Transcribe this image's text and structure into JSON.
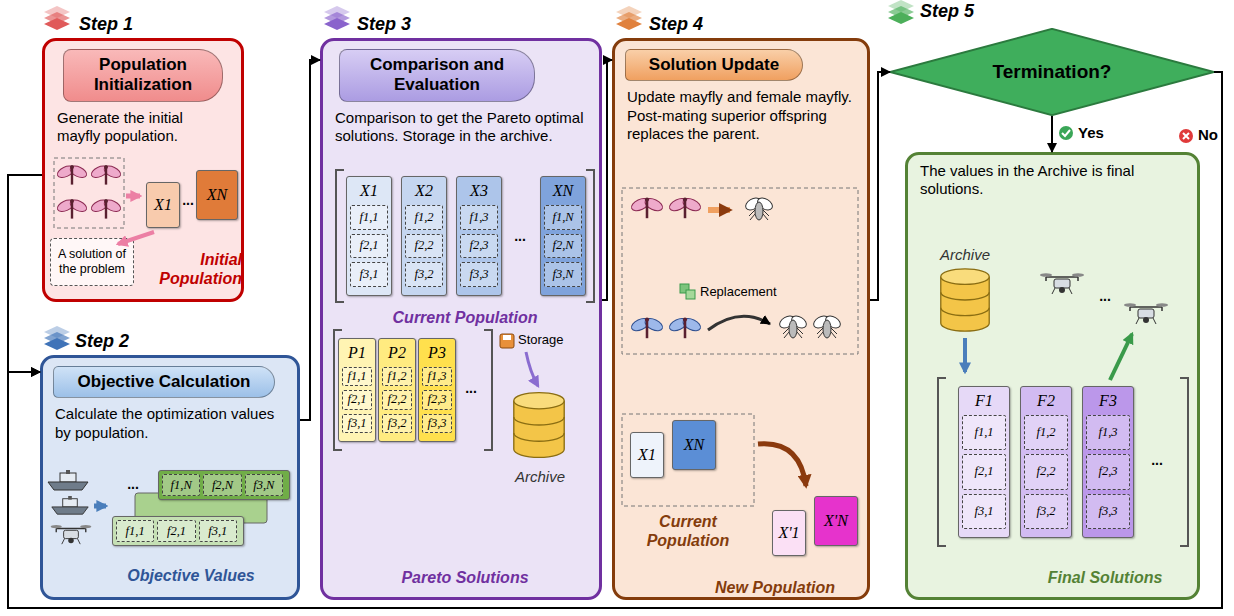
{
  "diagram": {
    "nodes": [
      {
        "text": [
          "Step 1",
          "Population Initialization",
          "Generate the initial mayfly population."
        ]
      },
      {
        "text": [
          "A solution of the problem"
        ],
        "in": 0
      },
      {
        "text": [
          "Step 2",
          "Objective Calculation",
          "Calculate the optimization values by population."
        ]
      },
      {
        "text": [
          "Step 3",
          "Comparison and Evaluation",
          "Comparison to get the Pareto optimal solutions. Storage in the archive."
        ]
      },
      {
        "text": [
          "Step 4",
          "Solution Update",
          "Update mayfly and female mayfly. Post-mating superior offspring replaces the parent."
        ]
      },
      {
        "text": [
          "Step 5",
          "Termination?"
        ]
      },
      {
        "text": [
          "The values in the Archive is final solutions."
        ]
      }
    ],
    "edges": [
      {
        "from": 0,
        "to": 2,
        "arrow": "to"
      },
      {
        "from": 2,
        "to": 3,
        "arrow": "to"
      },
      {
        "from": 3,
        "to": 4,
        "arrow": "to"
      },
      {
        "from": 4,
        "to": 5,
        "arrow": "to"
      },
      {
        "from": 5,
        "to": 6,
        "label": "Yes",
        "arrow": "to"
      },
      {
        "from": 5,
        "to": 2,
        "label": "No",
        "arrow": "to"
      }
    ],
    "labels": [
      "X1",
      "...",
      "XN",
      "Initial Population",
      "f1,N",
      "f2,N",
      "f3,N",
      "...",
      "f1,1",
      "f2,1",
      "f3,1",
      "Objective Values",
      "X1",
      "f1,1",
      "f2,1",
      "f3,1",
      "X2",
      "f1,2",
      "f2,2",
      "f3,2",
      "X3",
      "f1,3",
      "f2,3",
      "f3,3",
      "...",
      "XN",
      "f1,N",
      "f2,N",
      "f3,N",
      "Current Population",
      "P1",
      "f1,1",
      "f2,1",
      "f3,1",
      "P2",
      "f1,2",
      "f2,2",
      "f3,2",
      "P3",
      "f1,3",
      "f2,3",
      "f3,3",
      "...",
      "Storage",
      "Archive",
      "Pareto Solutions",
      "Replacement",
      "X1",
      "XN",
      "Current Population",
      "X'1",
      "X'N",
      "New Population",
      "Archive",
      "...",
      "F1",
      "f1,1",
      "f2,1",
      "f3,1",
      "F2",
      "f1,2",
      "f2,2",
      "f3,2",
      "F3",
      "f1,3",
      "f2,3",
      "f3,3",
      "...",
      "Final Solutions"
    ]
  }
}
